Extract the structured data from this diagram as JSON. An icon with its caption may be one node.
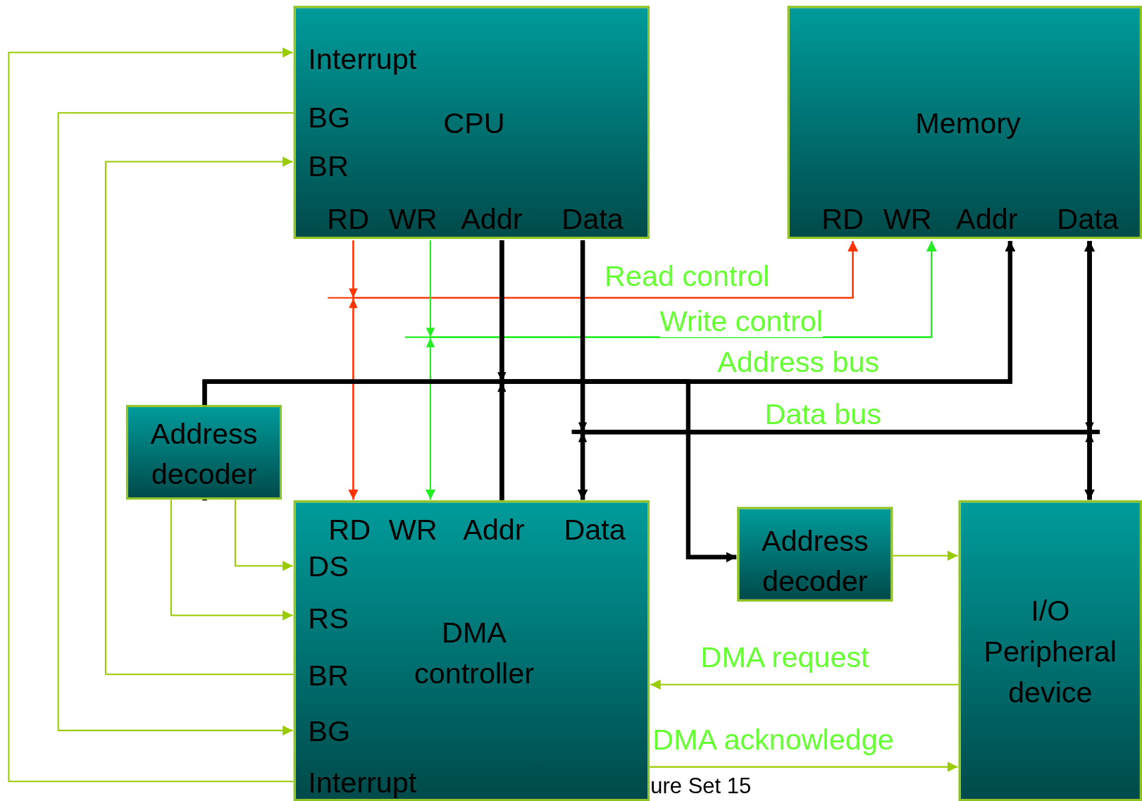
{
  "diagram": {
    "nodes": [
      {
        "text": [
          "CPU"
        ]
      },
      {
        "text": [
          "Interrupt"
        ],
        "in": 0
      },
      {
        "text": [
          "BG"
        ],
        "in": 0
      },
      {
        "text": [
          "BR"
        ],
        "in": 0
      },
      {
        "text": [
          "RD"
        ],
        "in": 0
      },
      {
        "text": [
          "WR"
        ],
        "in": 0
      },
      {
        "text": [
          "Addr"
        ],
        "in": 0
      },
      {
        "text": [
          "Data"
        ],
        "in": 0
      },
      {
        "text": [
          "Memory"
        ]
      },
      {
        "text": [
          "RD"
        ],
        "in": 8
      },
      {
        "text": [
          "WR"
        ],
        "in": 8
      },
      {
        "text": [
          "Addr"
        ],
        "in": 8
      },
      {
        "text": [
          "Data"
        ],
        "in": 8
      },
      {
        "text": [
          "Address decoder"
        ]
      },
      {
        "text": [
          "DMA controller"
        ]
      },
      {
        "text": [
          "RD"
        ],
        "in": 14
      },
      {
        "text": [
          "WR"
        ],
        "in": 14
      },
      {
        "text": [
          "Addr"
        ],
        "in": 14
      },
      {
        "text": [
          "Data"
        ],
        "in": 14
      },
      {
        "text": [
          "DS"
        ],
        "in": 14
      },
      {
        "text": [
          "RS"
        ],
        "in": 14
      },
      {
        "text": [
          "BR"
        ],
        "in": 14
      },
      {
        "text": [
          "BG"
        ],
        "in": 14
      },
      {
        "text": [
          "Interrupt"
        ],
        "in": 14
      },
      {
        "text": [
          "Address decoder"
        ]
      },
      {
        "text": [
          "I/O Peripheral device"
        ]
      }
    ],
    "edges": [
      {
        "from": 4,
        "to": 9,
        "arrow": "to",
        "label": "Read control",
        "color": "#ff3300"
      },
      {
        "from": 4,
        "to": 15,
        "arrow": "to",
        "color": "#ff3300"
      },
      {
        "from": 15,
        "to": 9,
        "arrow": "to",
        "color": "#ff3300"
      },
      {
        "from": 5,
        "to": 10,
        "arrow": "to",
        "label": "Write control",
        "color": "#22ee22"
      },
      {
        "from": 5,
        "to": 16,
        "arrow": "to",
        "color": "#22ee22"
      },
      {
        "from": 16,
        "to": 10,
        "arrow": "to",
        "color": "#22ee22"
      },
      {
        "from": 6,
        "to": 11,
        "arrow": "to",
        "label": "Address bus",
        "style": "thick"
      },
      {
        "from": 6,
        "to": 13,
        "arrow": "to",
        "style": "thick"
      },
      {
        "from": 6,
        "to": 24,
        "arrow": "to",
        "style": "thick"
      },
      {
        "from": 17,
        "to": 11,
        "arrow": "to",
        "style": "thick"
      },
      {
        "from": 17,
        "to": 13,
        "arrow": "to",
        "style": "thick"
      },
      {
        "from": 17,
        "to": 24,
        "arrow": "to",
        "style": "thick"
      },
      {
        "from": 7,
        "to": 12,
        "arrow": "to",
        "label": "Data bus",
        "style": "thick"
      },
      {
        "from": 7,
        "to": 18,
        "arrow": "to",
        "style": "thick"
      },
      {
        "from": 7,
        "to": 25,
        "arrow": "to",
        "style": "thick"
      },
      {
        "from": 18,
        "to": 12,
        "arrow": "both",
        "style": "thick"
      },
      {
        "from": 18,
        "to": 25,
        "arrow": "both",
        "style": "thick"
      },
      {
        "from": 12,
        "to": 25,
        "arrow": "both",
        "style": "thick"
      },
      {
        "from": 23,
        "to": 1,
        "arrow": "to",
        "color": "#99cc00"
      },
      {
        "from": 2,
        "to": 22,
        "arrow": "to",
        "color": "#99cc00"
      },
      {
        "from": 21,
        "to": 3,
        "arrow": "to",
        "color": "#99cc00"
      },
      {
        "from": 13,
        "to": 19,
        "arrow": "to",
        "color": "#99cc00"
      },
      {
        "from": 13,
        "to": 20,
        "arrow": "to",
        "color": "#99cc00"
      },
      {
        "from": 24,
        "to": 25,
        "arrow": "to",
        "color": "#99cc00"
      },
      {
        "from": 25,
        "to": 14,
        "arrow": "to",
        "label": "DMA request",
        "color": "#99cc00"
      },
      {
        "from": 14,
        "to": 25,
        "arrow": "to",
        "label": "DMA acknowledge",
        "color": "#99cc00"
      }
    ],
    "labels": [
      "ure Set 15"
    ]
  }
}
